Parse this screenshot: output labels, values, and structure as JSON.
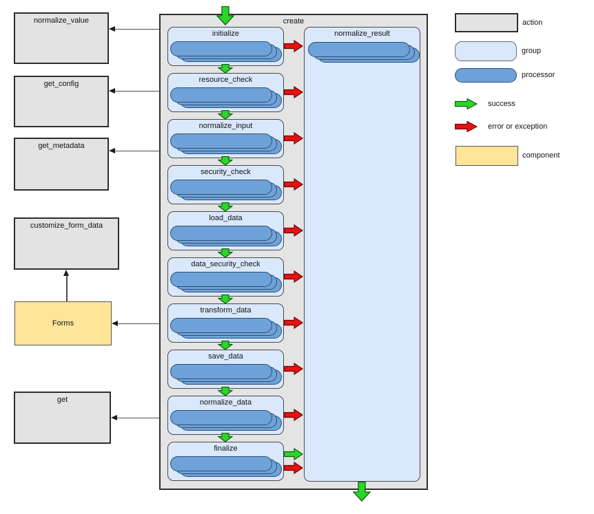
{
  "diagram": {
    "container": {
      "label": "create"
    },
    "stages": [
      {
        "label": "initialize"
      },
      {
        "label": "resource_check"
      },
      {
        "label": "normalize_input"
      },
      {
        "label": "security_check"
      },
      {
        "label": "load_data"
      },
      {
        "label": "data_security_check"
      },
      {
        "label": "transform_data"
      },
      {
        "label": "save_data"
      },
      {
        "label": "normalize_data"
      },
      {
        "label": "finalize"
      }
    ],
    "result": {
      "label": "normalize_result"
    },
    "actions": [
      {
        "label": "normalize_value"
      },
      {
        "label": "get_config"
      },
      {
        "label": "get_metadata"
      },
      {
        "label": "customize_form_data"
      },
      {
        "label": "get"
      }
    ],
    "component": {
      "label": "Forms"
    }
  },
  "legend": {
    "items": [
      {
        "swatch": "action-box",
        "label": "action"
      },
      {
        "swatch": "group-box",
        "label": "group"
      },
      {
        "swatch": "processor-pill",
        "label": "processor"
      },
      {
        "swatch": "success-arrow",
        "label": "success"
      },
      {
        "swatch": "error-arrow",
        "label": "error or exception"
      },
      {
        "swatch": "component-box",
        "label": "component"
      }
    ]
  },
  "colors": {
    "success": "#2bd62b",
    "error": "#e81111",
    "group_fill": "#dae8fc",
    "processor_fill": "#6ea2d9",
    "action_fill": "#e3e3e3",
    "component_fill": "#ffe599",
    "container_fill": "#e4e4e4"
  }
}
